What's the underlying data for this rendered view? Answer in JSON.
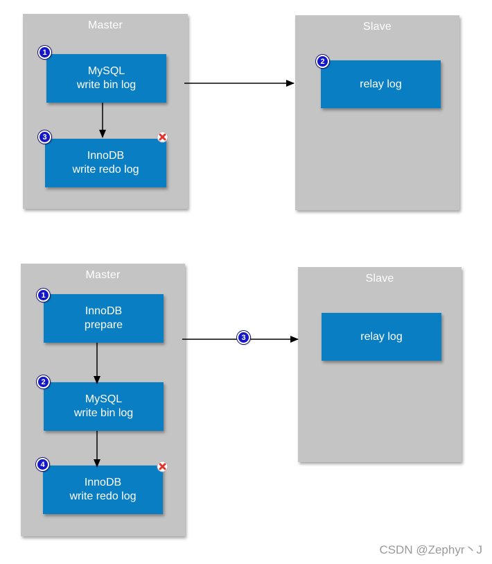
{
  "diagram_top": {
    "master": {
      "title": "Master",
      "step1": {
        "badge": "1",
        "line1": "MySQL",
        "line2": "write bin log"
      },
      "step3": {
        "badge": "3",
        "line1": "InnoDB",
        "line2": "write redo log",
        "status_icon": "x-icon"
      }
    },
    "slave": {
      "title": "Slave",
      "step2": {
        "badge": "2",
        "line1": "relay log"
      }
    }
  },
  "diagram_bottom": {
    "master": {
      "title": "Master",
      "step1": {
        "badge": "1",
        "line1": "InnoDB",
        "line2": "prepare"
      },
      "step2": {
        "badge": "2",
        "line1": "MySQL",
        "line2": "write bin log"
      },
      "step4": {
        "badge": "4",
        "line1": "InnoDB",
        "line2": "write redo log",
        "status_icon": "x-icon"
      }
    },
    "slave": {
      "title": "Slave",
      "box": {
        "line1": "relay log"
      }
    },
    "arrow_badge": "3"
  },
  "watermark": "CSDN @Zephyr丶J",
  "colors": {
    "panel": "#c4c4c4",
    "box": "#0a7ec2",
    "badge": "#1416c8",
    "x_mark": "#e0352b"
  }
}
